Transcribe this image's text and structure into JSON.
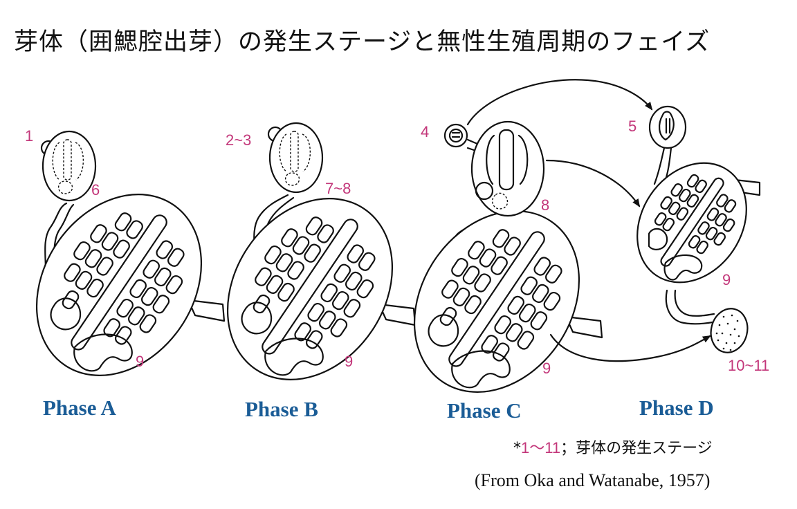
{
  "title": "芽体（囲鰓腔出芽）の発生ステージと無性生殖周期のフェイズ",
  "stage_labels": {
    "a_bud": "1",
    "a_mid": "6",
    "a_adult": "9",
    "b_bud": "2~3",
    "b_mid": "7~8",
    "b_adult": "9",
    "c_bud": "4",
    "c_mid": "8",
    "c_adult": "9",
    "d_bud": "5",
    "d_mid": "9",
    "d_egg": "10~11"
  },
  "phases": [
    "Phase A",
    "Phase B",
    "Phase C",
    "Phase D"
  ],
  "note": {
    "prefix": "*",
    "range": "1〜11",
    "text": "；芽体の発生ステージ"
  },
  "source": "(From Oka and Watanabe, 1957)",
  "colors": {
    "stage_label": "#c3377a",
    "phase_label": "#1a5c96",
    "line": "#111111"
  }
}
